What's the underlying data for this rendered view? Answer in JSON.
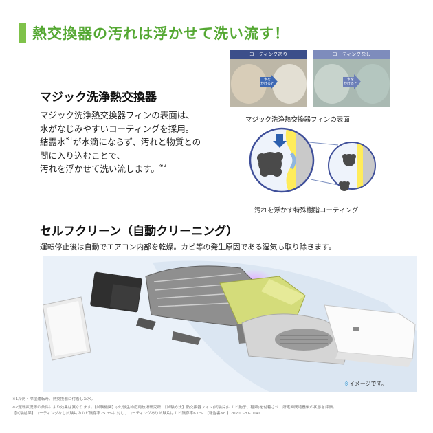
{
  "header": {
    "title": "熱交換器の汚れは浮かせて洗い流す！",
    "accent": "#7fc24a"
  },
  "photos": {
    "with_coating": "コーティングあり",
    "without_coating": "コーティングなし",
    "water_label_a": "水を\nかけると",
    "water_label_b": "水を\nかけると"
  },
  "magic": {
    "title": "マジック洗浄熱交換器",
    "lines": [
      "マジック洗浄熱交換器フィンの表面は、",
      "水がなじみやすいコーティングを採用。",
      "が水滴にならず、汚れと物質との",
      "間に入り込むことで、",
      "汚れを浮かせて洗い流します。"
    ],
    "line3_prefix": "結露水",
    "sup1": "※1",
    "sup2": "※2",
    "fin_title": "マジック洗浄熱交換器フィンの表面",
    "coating_caption": "汚れを浮かす特殊樹脂コーティング"
  },
  "selfclean": {
    "title": "セルフクリーン（自動クリーニング）",
    "desc": "運転停止後は自動でエアコン内部を乾燥。カビ等の発生原因である湿気も取り除きます。",
    "image_note_mark": "※",
    "image_note": "イメージです。"
  },
  "footnotes": [
    "※1冷房・除湿運転時。熱交換器に付着した水。",
    "※2運転状況等の条件により効果は異なります。【試験機関】(株)微生物応用技術研究所　【試験方法】熱交換器フィン(試験片)にカビ胞子(1種類)を付着させ、所定時間培養後の状態を評価。",
    "【試験結果】コーティングなし試験片のカビ残存率25.3%に対し、コーティングあり試験片はカビ残存率6.0%　【報告書No.】2020D-BT-1041"
  ]
}
